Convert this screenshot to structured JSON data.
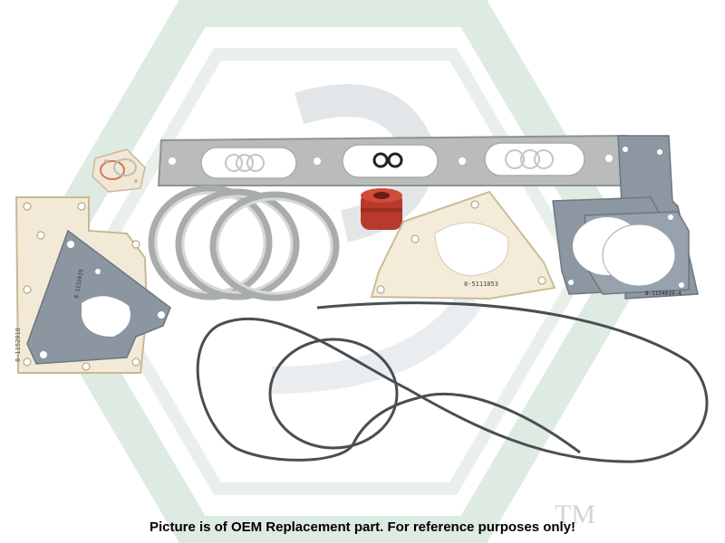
{
  "caption": "Picture is of OEM Replacement part. For reference purposes only!",
  "watermark": {
    "trademark": "TM",
    "colors": {
      "green": "#d4e6dc",
      "gray": "#dfe3e6"
    }
  },
  "part_labels": {
    "left_gasket": "8-1152019",
    "left_gasket_edge": "8-1152018",
    "center_plate": "8-5111853",
    "right_gasket": "8-1154019-4"
  },
  "colors": {
    "blue_gray_gasket": "#8d98a3",
    "paper_gasket": "#efe6cf",
    "metal_gasket": "#c8cbc9",
    "red_seal": "#b93a2c",
    "o_ring": "#4a4e52"
  }
}
